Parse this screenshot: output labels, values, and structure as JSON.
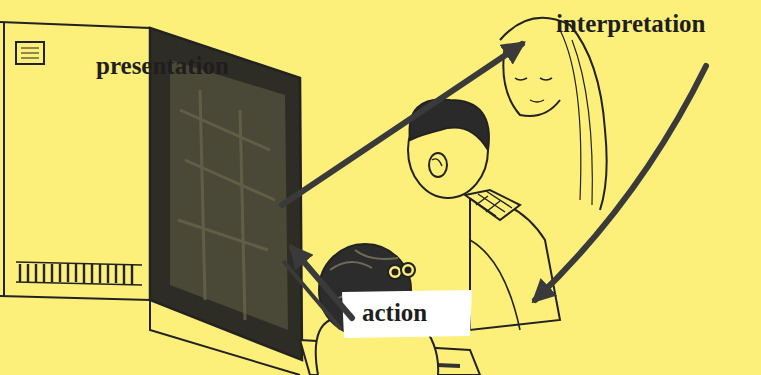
{
  "diagram": {
    "labels": [
      "presentation",
      "interpretation",
      "action"
    ]
  }
}
